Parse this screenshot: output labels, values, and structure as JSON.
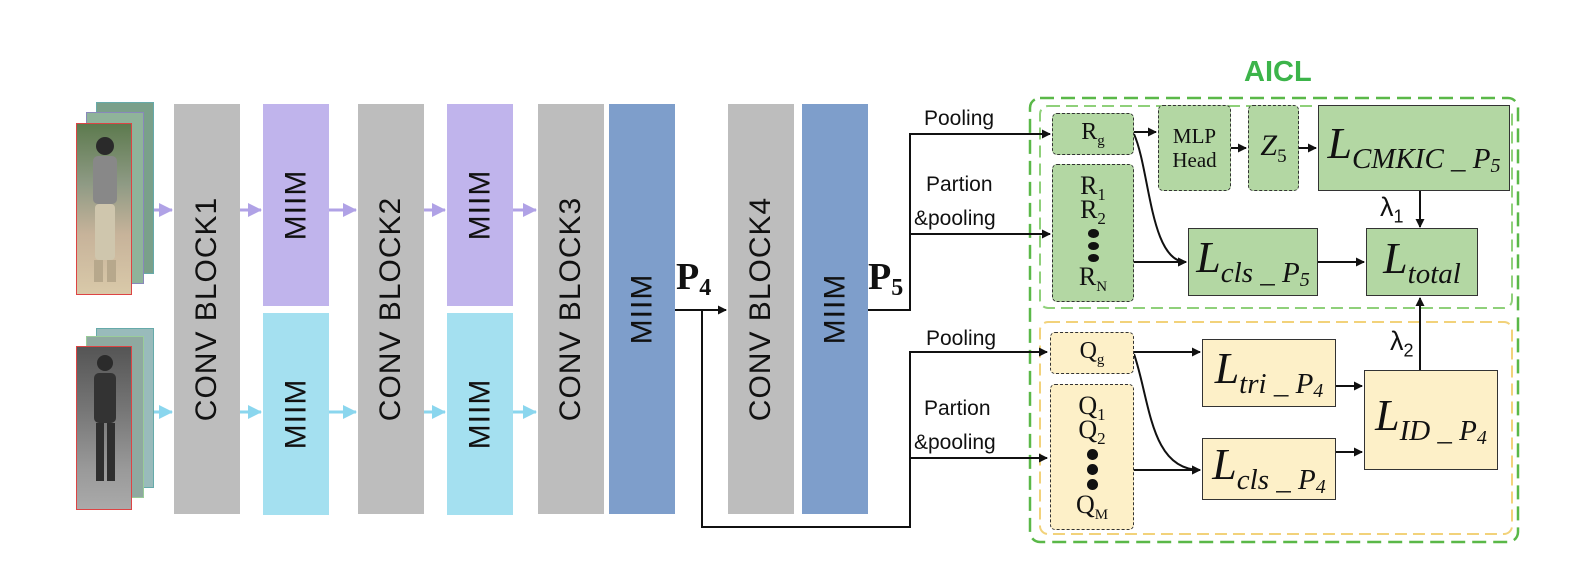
{
  "diagram": {
    "aicl_title": "AICL",
    "conv_blocks": [
      "CONV BLOCK1",
      "CONV BLOCK2",
      "CONV BLOCK3",
      "CONV BLOCK4"
    ],
    "miim_label": "MIIM",
    "p4": {
      "main": "P",
      "sub": "4"
    },
    "p5": {
      "main": "P",
      "sub": "5"
    },
    "branch_labels": {
      "pooling_top": "Pooling",
      "partion_top_1": "Partion",
      "partion_top_2": "&pooling",
      "pooling_bottom": "Pooling",
      "partion_bottom_1": "Partion",
      "partion_bottom_2": "&pooling"
    },
    "green_nodes": {
      "rg": {
        "main": "R",
        "sub": "g"
      },
      "r_stack": {
        "r1_main": "R",
        "r1_sub": "1",
        "r2_main": "R",
        "r2_sub": "2",
        "rn_main": "R",
        "rn_sub": "N"
      },
      "mlp_line1": "MLP",
      "mlp_line2": "Head",
      "z5": {
        "main": "Z",
        "sub": "5"
      },
      "l_cmkic": {
        "L": "L",
        "sub": "CMKIC _ P",
        "subsub": "5"
      },
      "l_cls_p5": {
        "L": "L",
        "sub": "cls _ P",
        "subsub": "5"
      },
      "l_total": {
        "L": "L",
        "sub": "total"
      }
    },
    "yellow_nodes": {
      "qg": {
        "main": "Q",
        "sub": "g"
      },
      "q_stack": {
        "q1_main": "Q",
        "q1_sub": "1",
        "q2_main": "Q",
        "q2_sub": "2",
        "qm_main": "Q",
        "qm_sub": "M"
      },
      "l_tri_p4": {
        "L": "L",
        "sub": "tri _ P",
        "subsub": "4"
      },
      "l_cls_p4": {
        "L": "L",
        "sub": "cls _ P",
        "subsub": "4"
      },
      "l_id_p4": {
        "L": "L",
        "sub": "ID _ P",
        "subsub": "4"
      }
    },
    "lambda1": {
      "main": "λ",
      "sub": "1"
    },
    "lambda2": {
      "main": "λ",
      "sub": "2"
    },
    "colors": {
      "conv_gray": "#bdbdbd",
      "miim_purple": "#c0b4ec",
      "miim_cyan": "#a4e0f0",
      "miim_blue": "#7e9ecb",
      "green_node": "#b3d7a3",
      "yellow_node": "#fdf0c8",
      "aicl_green": "#3cb44a",
      "green_dash": "#5ab848",
      "yellow_dash": "#f2d27a"
    }
  }
}
